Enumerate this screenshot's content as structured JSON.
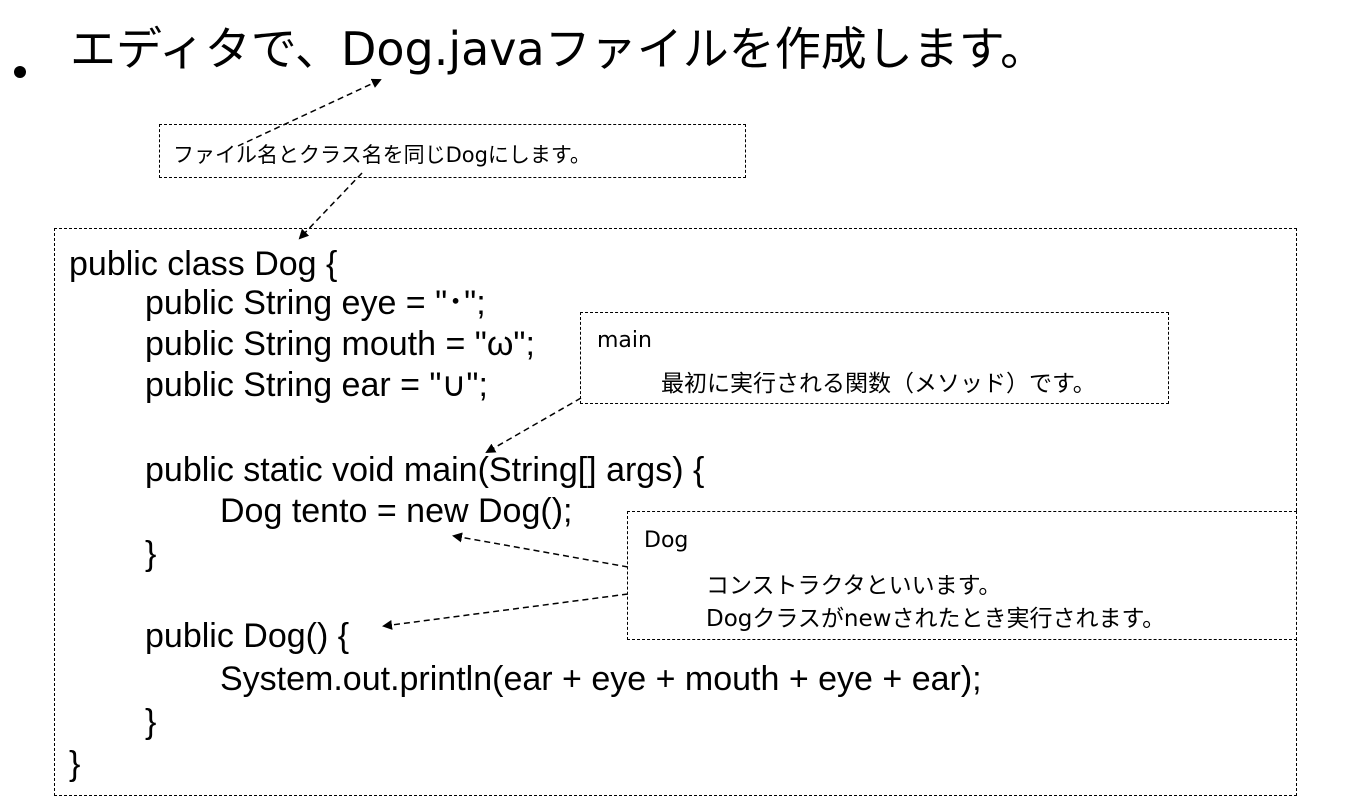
{
  "heading": "エディタで、Dog.javaファイルを作成します。",
  "callouts": {
    "filename": "ファイル名とクラス名を同じDogにします。",
    "main": {
      "title": "main",
      "body": "最初に実行される関数（メソッド）です。"
    },
    "constructor": {
      "title": "Dog",
      "body1": "コンストラクタといいます。",
      "body2": "Dogクラスがnewされたとき実行されます。"
    }
  },
  "code": {
    "lines": [
      "public class Dog {",
      "public String eye = \"･\";",
      "public String mouth = \"ω\";",
      "public String ear = \"∪\";",
      "public static void main(String[] args) {",
      "Dog tento = new Dog();",
      "}",
      "public Dog() {",
      "System.out.println(ear + eye + mouth + eye + ear);",
      "}",
      "}"
    ]
  }
}
